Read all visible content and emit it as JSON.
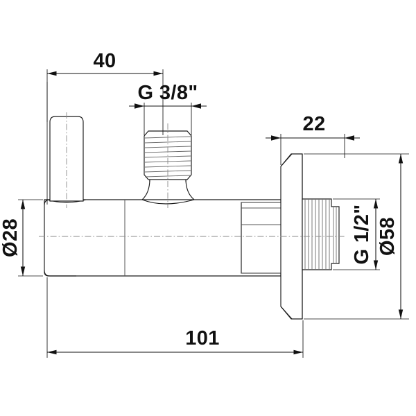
{
  "drawing": {
    "title": "Angle valve technical dimension drawing",
    "type": "engineering-dimension-drawing",
    "units": "mm",
    "line_color": "#1a1a1a",
    "thread_color": "#6b6b6b",
    "center_line_color": "#8a8a8a",
    "background": "#ffffff"
  },
  "dimensions": {
    "overall_length": {
      "label": "101",
      "orientation": "horizontal",
      "position": "bottom"
    },
    "handle_offset": {
      "label": "40",
      "orientation": "horizontal",
      "position": "top-left"
    },
    "inlet_thread": {
      "label": "G 3/8\"",
      "orientation": "horizontal",
      "position": "top-center"
    },
    "flange_depth": {
      "label": "22",
      "orientation": "horizontal",
      "position": "top-right"
    },
    "body_diameter": {
      "label": "Ø28",
      "orientation": "vertical",
      "position": "left"
    },
    "outlet_thread": {
      "label": "G 1/2\"",
      "orientation": "vertical",
      "position": "right-inner"
    },
    "flange_diameter": {
      "label": "Ø58",
      "orientation": "vertical",
      "position": "right-outer"
    }
  },
  "components": {
    "lever_handle": "lever-handle",
    "valve_body": "valve-body",
    "inlet_thread_boss": "inlet-thread-boss",
    "outlet_shank": "outlet-shank",
    "wall_flange": "wall-flange",
    "outlet_thread_boss": "outlet-thread-boss",
    "center_axis": "center-axis"
  }
}
